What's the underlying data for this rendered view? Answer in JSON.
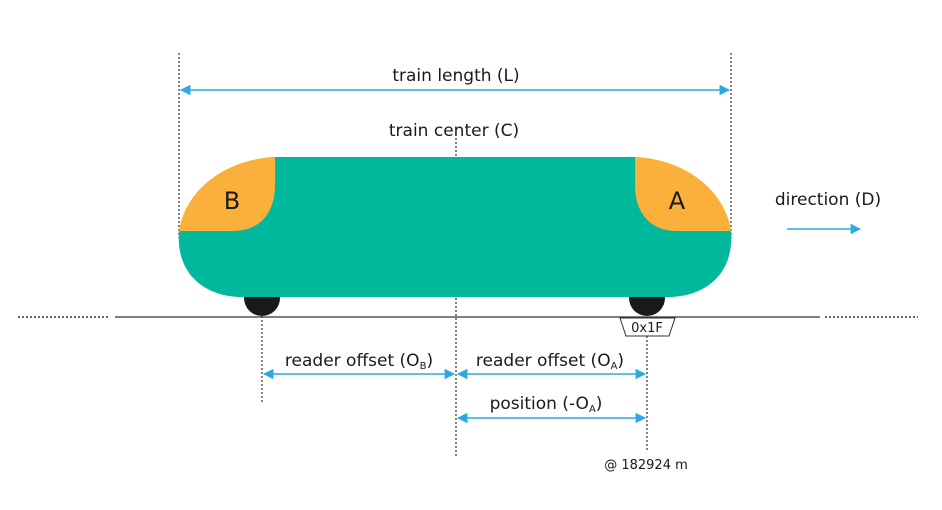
{
  "labels": {
    "train_length": "train length (L)",
    "train_center": "train center (C)",
    "direction": "direction (D)",
    "cab_a": "A",
    "cab_b": "B",
    "tag_id": "0x1F",
    "reader_offset_b": "reader offset (O",
    "reader_offset_b_sub": "B",
    "reader_offset_a": "reader offset (O",
    "reader_offset_a_sub": "A",
    "close_paren": ")",
    "position": "position (-O",
    "position_sub": "A",
    "location": "@ 182924 m"
  },
  "colors": {
    "train_body": "#00b89c",
    "cab": "#fbb03b",
    "arrow": "#29abe2",
    "line": "#333333",
    "wheel": "#1a1a1a"
  }
}
